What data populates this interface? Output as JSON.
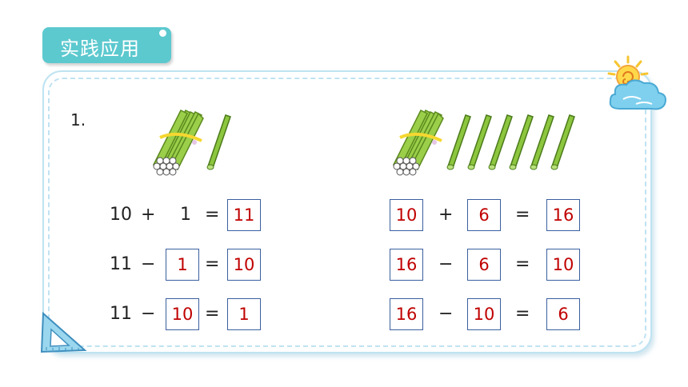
{
  "section_tag": {
    "label": "实践应用"
  },
  "question": {
    "number": "1."
  },
  "left_equations": [
    {
      "a": "10",
      "op": "+",
      "b": "1",
      "eq": "=",
      "result": "11"
    },
    {
      "a": "11",
      "op": "−",
      "b": "1",
      "eq": "=",
      "result": "10"
    },
    {
      "a": "11",
      "op": "−",
      "b": "10",
      "eq": "=",
      "result": "1"
    }
  ],
  "right_equations": [
    {
      "a": "10",
      "op": "+",
      "b": "6",
      "eq": "=",
      "result": "16"
    },
    {
      "a": "16",
      "op": "−",
      "b": "6",
      "eq": "=",
      "result": "10"
    },
    {
      "a": "16",
      "op": "−",
      "b": "10",
      "eq": "=",
      "result": "6"
    }
  ],
  "colors": {
    "tag": "#5cc9cf",
    "frame": "#bfe3f2",
    "answer": "#c00000",
    "box_border": "#3a5fa0",
    "stick": "#8dc63f"
  },
  "icons": [
    "sun-cloud-icon",
    "triangle-ruler-icon",
    "stick-bundle-icon",
    "single-stick-icon"
  ]
}
